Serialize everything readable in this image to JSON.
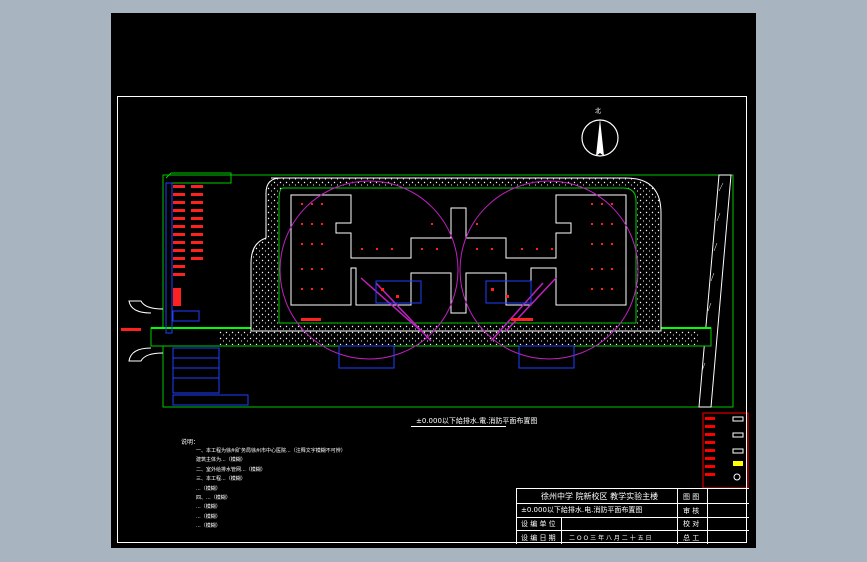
{
  "drawing": {
    "north_label": "北",
    "title": "±0.000以下給排水.電.消防平面布置图",
    "notes_label": "说明：",
    "notes": [
      "一、本工程为徐州矿务局徐州市中心医院...（注释文字模糊不可辨）",
      "    建筑主体为...（模糊）",
      "二、室外给排水管网...（模糊）",
      "三、本工程...（模糊）",
      "    ...（模糊）",
      "四、...（模糊）",
      "    ...（模糊）",
      "    ...（模糊）",
      "    ...（模糊）"
    ]
  },
  "title_block": {
    "project": "徐州中学 院新校区 教学实验主楼",
    "sheet_title": "±0.000以下給排水.电.消防平面布置图",
    "label_drawing_no": "图 图",
    "label_review": "审 核",
    "label_check": "校 对",
    "label_director": "总 工",
    "label_design_unit": "设 编 单 位",
    "label_date": "设 编 日 期",
    "date": "二 O O 三 年 八 月 二 十 五 日"
  },
  "colors": {
    "background": "#000000",
    "outer": "#a9b4c1",
    "road": "#00c800",
    "building": "#ffffff",
    "circle": "#c020c0",
    "fixture": "#ff2020",
    "pipe": "#2040ff"
  }
}
